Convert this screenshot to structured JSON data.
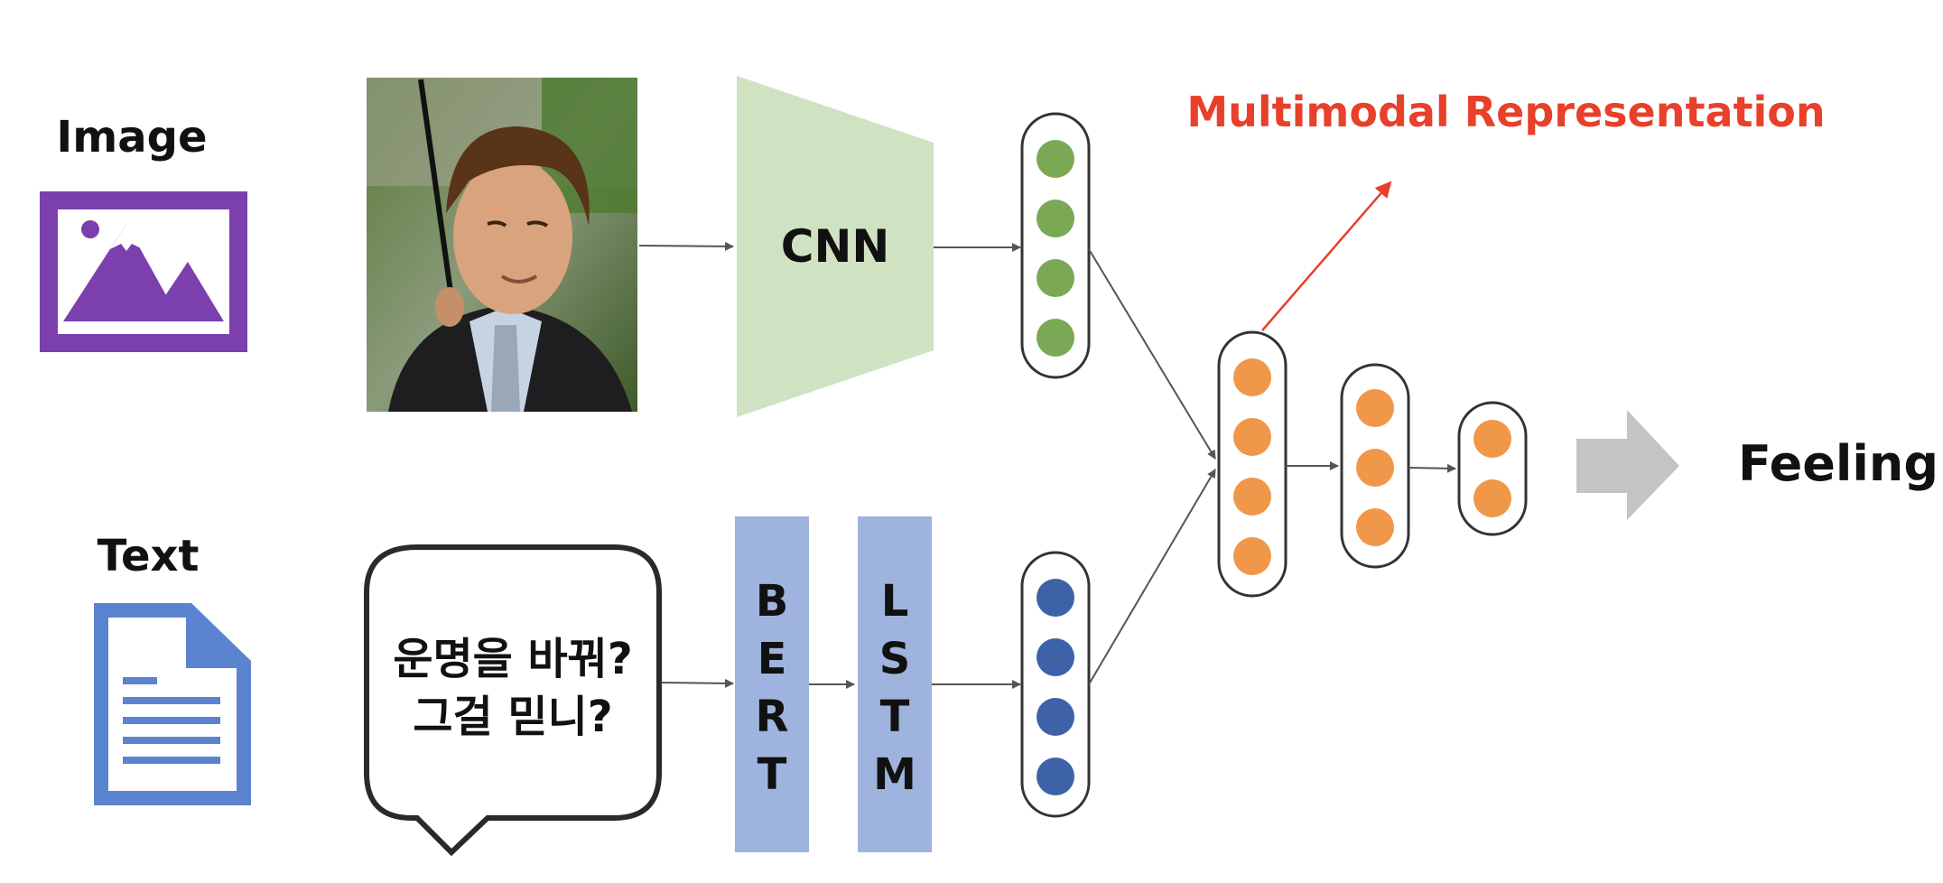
{
  "labels": {
    "image": "Image",
    "text": "Text",
    "cnn": "CNN",
    "bert_letters": [
      "B",
      "E",
      "R",
      "T"
    ],
    "lstm_letters": [
      "L",
      "S",
      "T",
      "M"
    ],
    "speech_line1": "운명을 바꿔?",
    "speech_line2": "그걸 믿니?",
    "multimodal": "Multimodal Representation",
    "feeling": "Feeling"
  },
  "icons": {
    "image_icon": "image-icon",
    "text_icon": "document-icon",
    "photo": "photo-man-with-umbrella",
    "output_arrow": "right-arrow-icon"
  },
  "colors": {
    "image_icon": "#7b3fae",
    "text_icon": "#5a84cf",
    "cnn_fill": "#cfe2c2",
    "bert_lstm_fill": "#9fb3df",
    "green_node": "#7aa855",
    "blue_node": "#3d62a8",
    "orange_node": "#f0974a",
    "multimodal_text": "#e8402a",
    "output_arrow": "#c4c4c4"
  }
}
